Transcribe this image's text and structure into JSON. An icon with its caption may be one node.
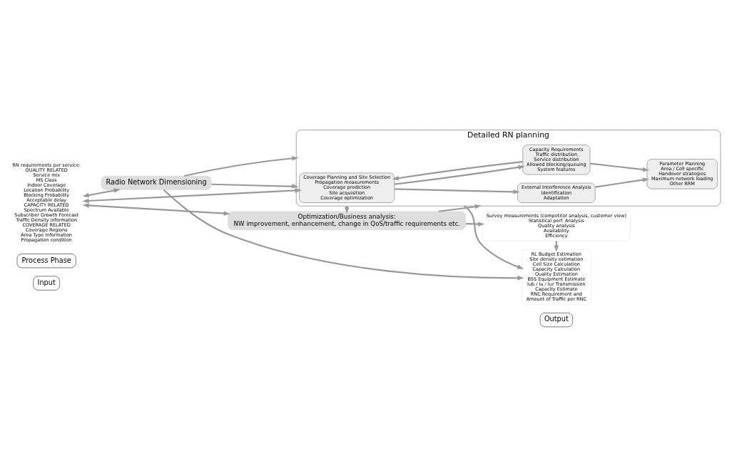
{
  "diagram": {
    "nodes": [
      {
        "text": [
          "Input"
        ]
      },
      {
        "text": [
          "Process Phase"
        ]
      },
      {
        "text": [
          "Output"
        ]
      },
      {
        "text": [
          "RN requirements per service:",
          "QUALITY RELATED",
          "Service mix",
          "MS Class",
          "Indoor Coverage",
          "Location Probability",
          "Blocking Probability",
          "Acceptable delay",
          "CAPACITY RELATED",
          "Spectrum Available",
          "Subscriber Growth Forecast",
          "Traffic Density information",
          "COVERAGE RELATED",
          "Coverage Regions",
          "Area Type Information",
          "Propagation condition"
        ]
      },
      {
        "text": [
          "Radio Network Dimensioning"
        ]
      },
      {
        "text": [
          "Detailed RN planning"
        ]
      },
      {
        "text": [
          "Coverage Planning and Site Selection",
          "Propagation measurements",
          "Coverage prediction",
          "Site acquisition",
          "Coverage optimization"
        ],
        "in": 5
      },
      {
        "text": [
          "Capacity Requirements",
          "Traffic distribution",
          "Service distribution",
          "Allowed blocking/queuing",
          "System features"
        ],
        "in": 5
      },
      {
        "text": [
          "External Interference Analysis",
          "Identification",
          "Adaptation"
        ],
        "in": 5
      },
      {
        "text": [
          "Parameter Planning",
          "Area / Cell specific",
          "Handover strategies",
          "Maximum network loading",
          "Other RRM"
        ],
        "in": 5
      },
      {
        "text": [
          "Optimization/Business analysis:",
          "NW improvement, enhancement, change in QoS/traffic requirements etc."
        ]
      },
      {
        "text": [
          "RL Budget Estimation",
          "Site density estimation",
          "Cell Size Calculation",
          "Capacity Calculation",
          "Quality Estimation",
          "BSS Equipment Estimate",
          "Iub / Iu / Iur Transmission",
          "Capacity Estimate",
          "RNC Requirement and",
          "Amount of Traffic per RNC"
        ]
      },
      {
        "text": [
          "Survey measurements (competitor analysis, customer view)",
          "Statistical perf. Analysis",
          "Quality analysis",
          "Availability",
          "Efficiency"
        ]
      }
    ],
    "edges": [
      {
        "from": 3,
        "to": 4,
        "arrow": "both"
      },
      {
        "from": 3,
        "to": 6,
        "arrow": "both"
      },
      {
        "from": 3,
        "to": 10,
        "arrow": "both"
      },
      {
        "from": 4,
        "to": 5,
        "arrow": "to"
      },
      {
        "from": 4,
        "to": 5,
        "arrow": "to"
      },
      {
        "from": 7,
        "to": 6,
        "arrow": "to"
      },
      {
        "from": 6,
        "to": 7,
        "arrow": "to"
      },
      {
        "from": 6,
        "to": 8,
        "arrow": "to"
      },
      {
        "from": 7,
        "to": 9,
        "arrow": "to"
      },
      {
        "from": 8,
        "to": 9,
        "arrow": "to"
      },
      {
        "from": 5,
        "to": 10,
        "arrow": "to"
      },
      {
        "from": 10,
        "to": 5,
        "arrow": "to"
      },
      {
        "from": 4,
        "to": 11,
        "arrow": "to"
      },
      {
        "from": 5,
        "to": 11,
        "arrow": "to"
      },
      {
        "from": 12,
        "to": 11,
        "arrow": "to"
      },
      {
        "from": 10,
        "to": 12,
        "arrow": "to"
      }
    ]
  }
}
